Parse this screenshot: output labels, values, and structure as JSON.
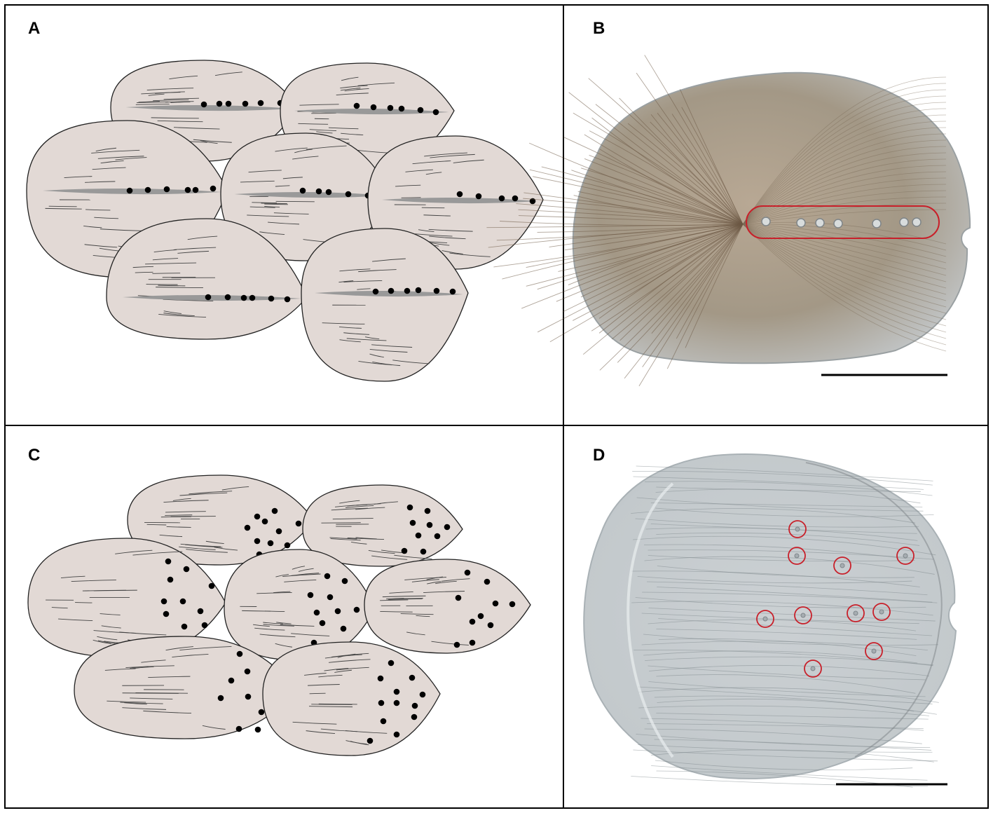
{
  "panels": [
    {
      "label": "A",
      "kind": "illustration-aligned-pores"
    },
    {
      "label": "B",
      "kind": "photo-aligned-pores"
    },
    {
      "label": "C",
      "kind": "illustration-scattered-pores"
    },
    {
      "label": "D",
      "kind": "photo-scattered-pores"
    }
  ],
  "colors": {
    "scale_fill": "#e2d9d5",
    "scale_stroke": "#222222",
    "canal": "#999999",
    "pore": "#000000",
    "highlight": "#c8202a",
    "photo_b_tint": "#a69a88",
    "photo_d_tint": "#c9cfd3"
  }
}
